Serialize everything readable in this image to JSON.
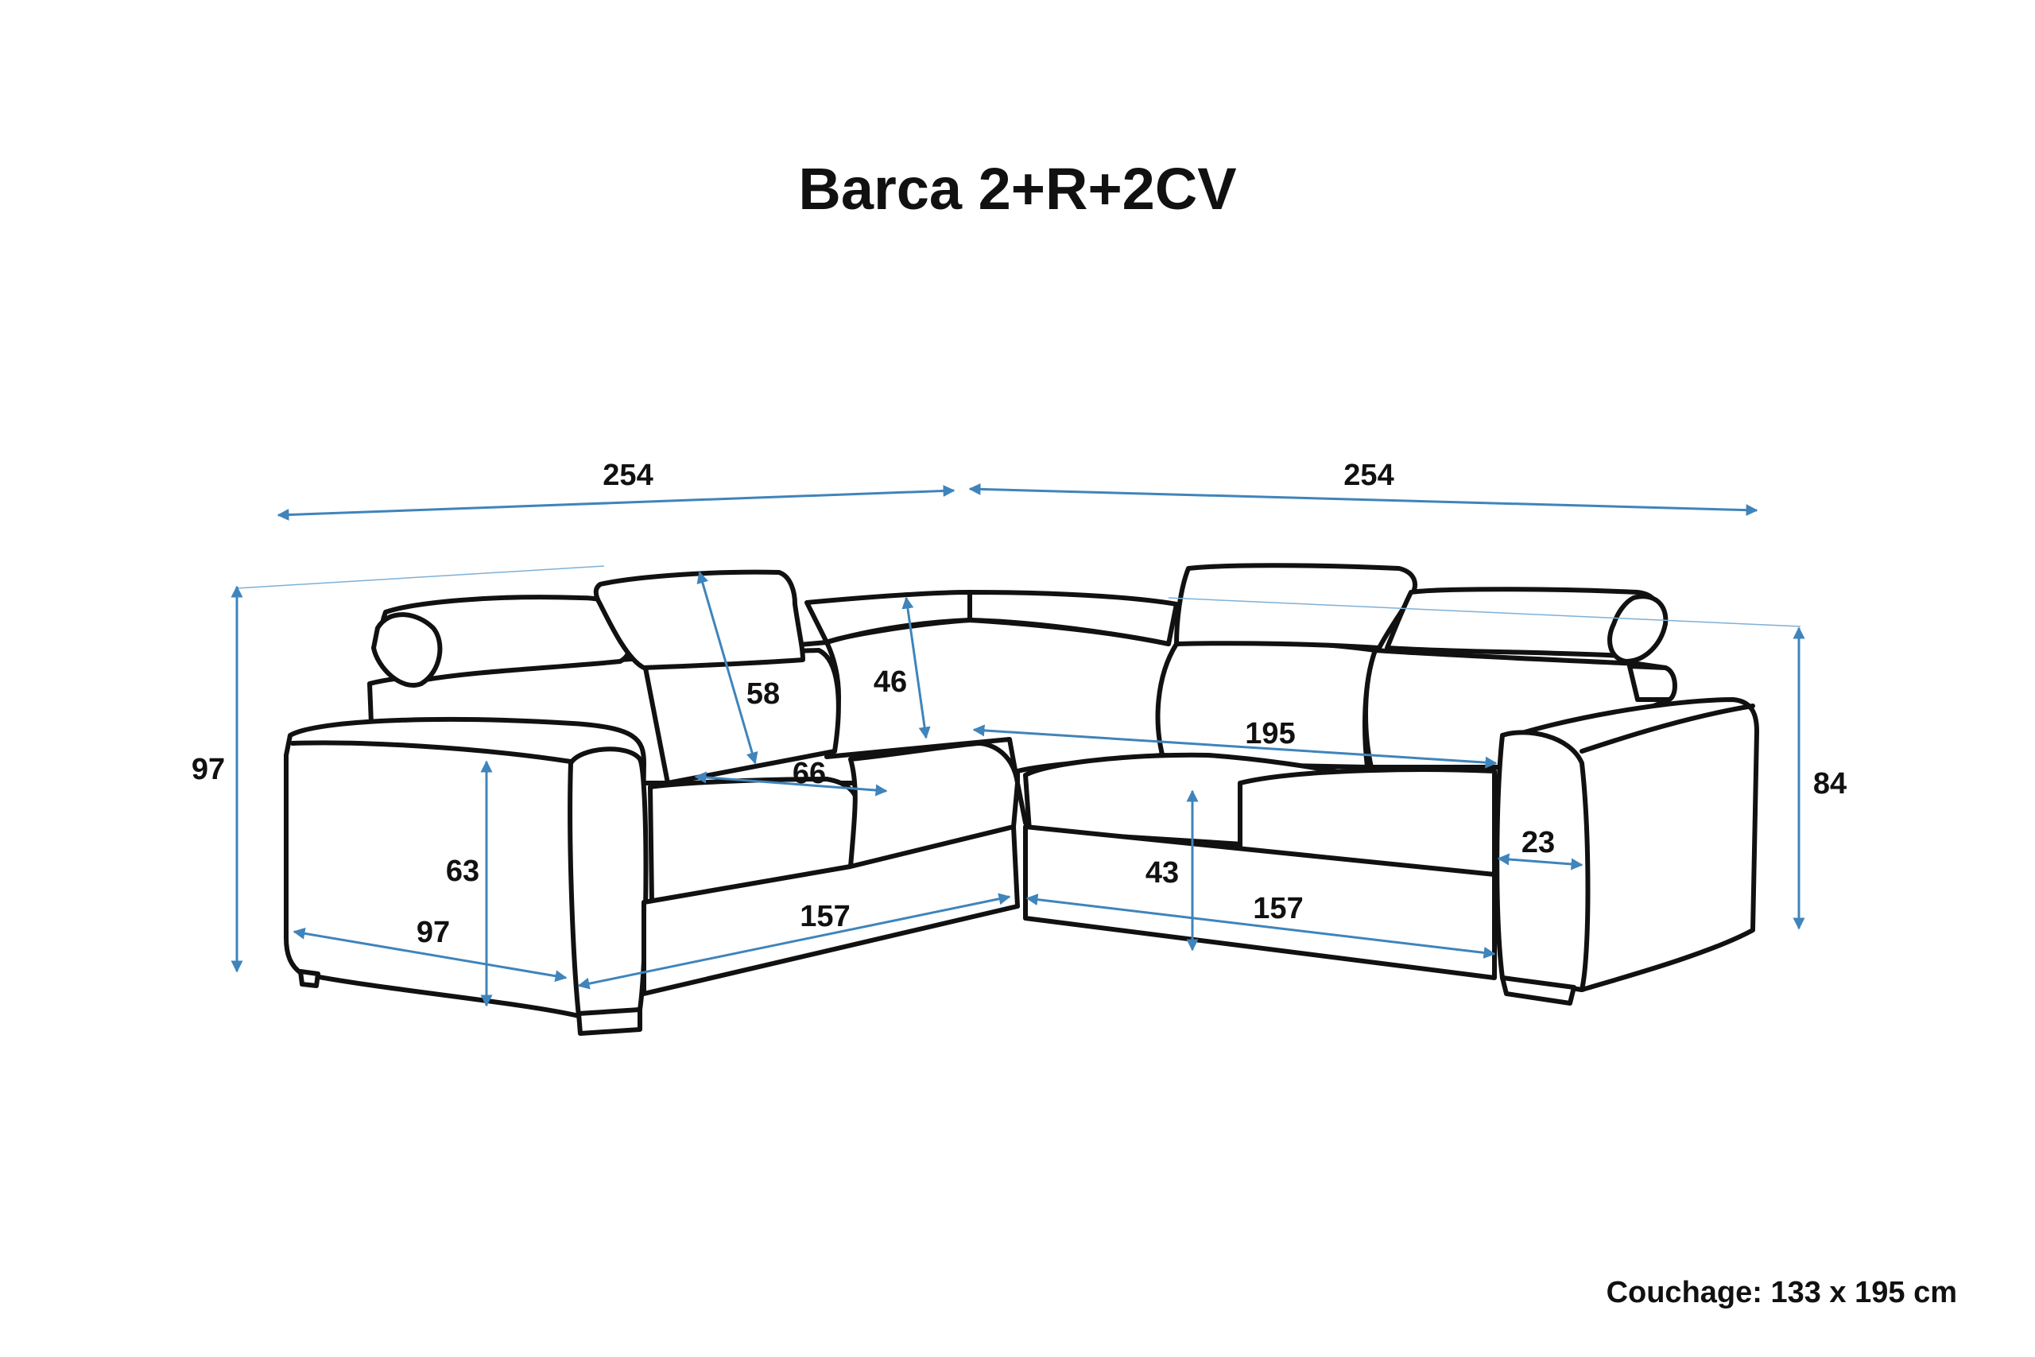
{
  "title": "Barca 2+R+2CV",
  "footer_note": "Couchage: 133 x 195 cm",
  "colors": {
    "outline": "#111111",
    "dimension_lines": "#3f84bb",
    "background": "#ffffff"
  },
  "dimensions": {
    "left_width": "254",
    "right_width": "254",
    "total_height_left": "97",
    "total_height_right": "84",
    "headrest_height": "58",
    "backrest_height": "46",
    "seat_depth": "66",
    "bed_length": "195",
    "armrest_height": "63",
    "armrest_depth": "97",
    "left_seat_length": "157",
    "right_seat_length": "157",
    "seat_height": "43",
    "armrest_width": "23"
  }
}
